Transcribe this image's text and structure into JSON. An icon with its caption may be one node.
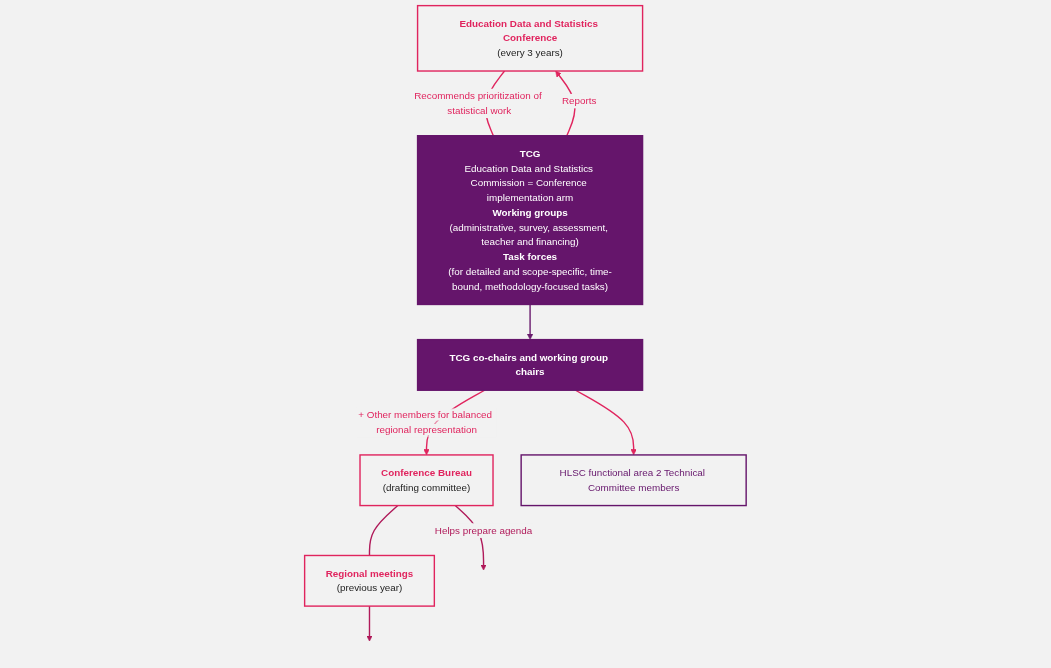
{
  "diagram": {
    "nodes": [
      {
        "text": [
          "Education Data and Statistics Conference",
          "(every 3 years)"
        ]
      },
      {
        "text": [
          "Conference Bureau",
          "(drafting committee)"
        ]
      },
      {
        "text": [
          "Regional meetings",
          "(previous year)"
        ]
      },
      {
        "text": [
          "TCG",
          "Education Data and Statistics Commission = Conference implementation arm",
          "Working groups",
          "(administrative, survey, assessment, teacher and financing)",
          "Task forces",
          "(for detailed and scope-specific, time-bound, methodology-focused tasks)"
        ]
      },
      {
        "text": [
          "TCG co-chairs and working group chairs"
        ]
      },
      {
        "text": [
          "HLSC functional area 2 Technical Committee members"
        ]
      }
    ],
    "edges": [
      {
        "from": 0,
        "to": 3,
        "arrow": "none",
        "label": "Recommends prioritization of statistical work"
      },
      {
        "from": 1,
        "to": null,
        "arrow": "to",
        "label": "Helps prepare agenda",
        "color": "#b01a5a"
      },
      {
        "from": 2,
        "to": null,
        "arrow": "to",
        "color": "#b01a5a"
      },
      {
        "from": 1,
        "to": 2,
        "arrow": "none",
        "color": "#b01a5a"
      },
      {
        "from": 3,
        "to": 0,
        "arrow": "to",
        "label": "Reports"
      },
      {
        "from": 4,
        "to": 1,
        "arrow": "to",
        "label": "+ Other members for balanced regional representation"
      },
      {
        "from": 3,
        "to": 4,
        "arrow": "to",
        "color": "#6b1d6f"
      },
      {
        "from": 4,
        "to": 5,
        "arrow": "to"
      }
    ]
  }
}
